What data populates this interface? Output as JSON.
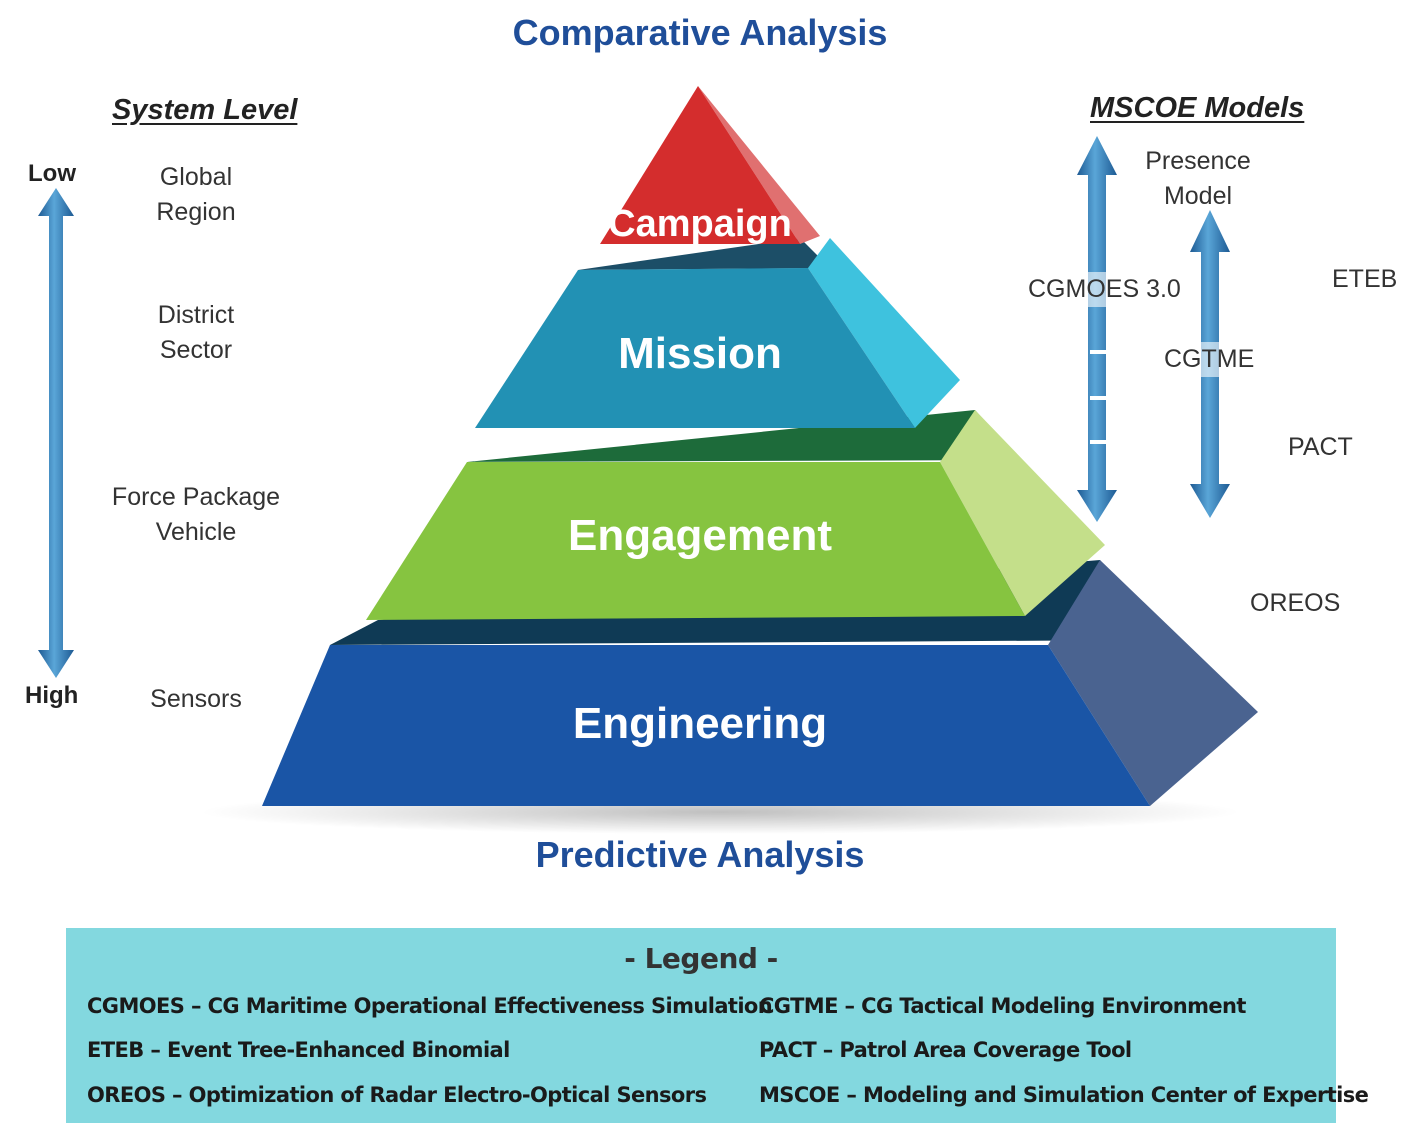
{
  "titles": {
    "top": "Comparative Analysis",
    "bottom": "Predictive Analysis"
  },
  "system_level": {
    "heading": "System Level",
    "low": "Low",
    "high": "High",
    "levels": [
      "Global\nRegion",
      "District\nSector",
      "Force Package\nVehicle",
      "Sensors"
    ]
  },
  "pyramid": {
    "tiers": [
      "Campaign",
      "Mission",
      "Engagement",
      "Engineering"
    ],
    "colors": {
      "campaign": "#d42d2d",
      "mission": "#2291b4",
      "engagement": "#86c440",
      "engineering": "#1a55a6"
    }
  },
  "mscoe": {
    "heading": "MSCOE Models",
    "models": [
      "Presence\nModel",
      "ETEB",
      "CGMOES 3.0",
      "CGTME",
      "PACT",
      "OREOS"
    ]
  },
  "legend": {
    "title": "- Legend -",
    "items": [
      "CGMOES – CG Maritime Operational Effectiveness Simulation",
      "CGTME – CG Tactical Modeling Environment",
      "ETEB – Event Tree-Enhanced Binomial",
      "PACT – Patrol Area Coverage Tool",
      "OREOS – Optimization of Radar Electro-Optical Sensors",
      "MSCOE – Modeling and Simulation Center of Expertise"
    ]
  }
}
